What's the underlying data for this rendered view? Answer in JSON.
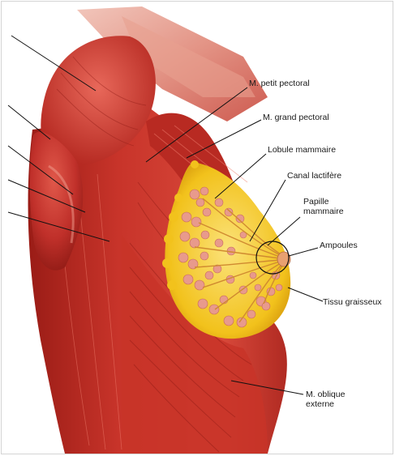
{
  "labels": {
    "petit_pectoral": "M. petit pectoral",
    "grand_pectoral": "M. grand pectoral",
    "lobule": "Lobule mammaire",
    "canal": "Canal lactifère",
    "papille_1": "Papille",
    "papille_2": "mammaire",
    "ampoules": "Ampoules",
    "tissu": "Tissu graisseux",
    "oblique_1": "M. oblique",
    "oblique_2": "externe"
  },
  "colors": {
    "muscle_dark": "#a8201a",
    "muscle": "#c8342a",
    "muscle_light": "#e0584a",
    "fat": "#f2c21c",
    "fat_light": "#fbe27a",
    "lobule": "#e89a8c",
    "leader": "#111111"
  }
}
